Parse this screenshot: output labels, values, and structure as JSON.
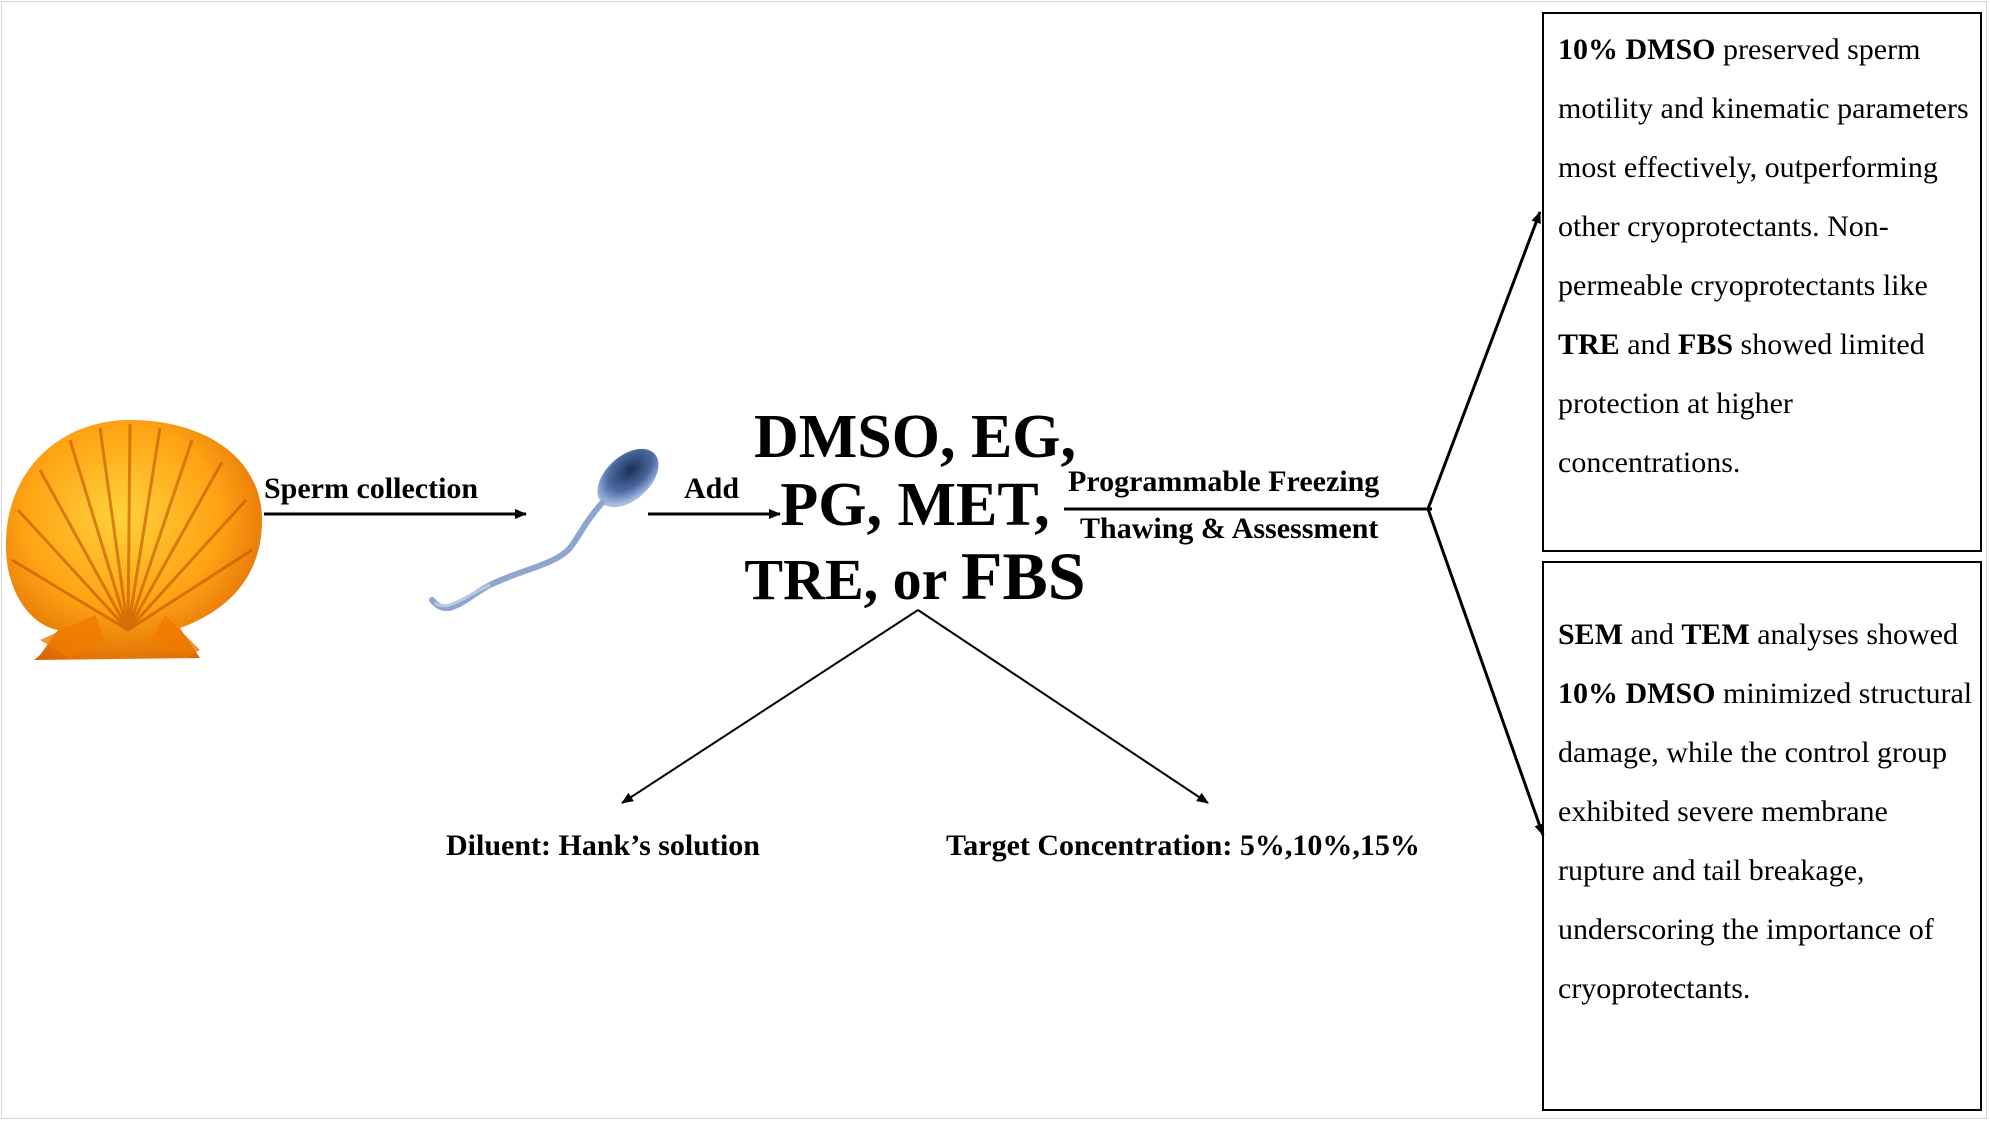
{
  "flow": {
    "step1_label": "Sperm collection",
    "step2_label": "Add",
    "step3_label_top": "Programmable Freezing",
    "step3_label_bottom": "Thawing & Assessment"
  },
  "cryoprotectants": {
    "line1": "DMSO, EG,",
    "line2": "PG, MET,",
    "line3_prefix": "TRE, or ",
    "line3_last": "FBS"
  },
  "branches": {
    "diluent": "Diluent: Hank’s solution",
    "concentration": "Target Concentration: 5%,10%,15%"
  },
  "results": {
    "top": [
      {
        "text": "10% DMSO",
        "bold": true
      },
      {
        "text": " preserved sperm motility and kinematic parameters most effectively, outperforming other cryoprotectants. Non-permeable cryoprotectants like ",
        "bold": false
      },
      {
        "text": "TRE",
        "bold": true
      },
      {
        "text": " and ",
        "bold": false
      },
      {
        "text": "FBS",
        "bold": true
      },
      {
        "text": " showed limited protection at higher concentrations.",
        "bold": false
      }
    ],
    "bottom": [
      {
        "text": "SEM",
        "bold": true
      },
      {
        "text": " and ",
        "bold": false
      },
      {
        "text": "TEM",
        "bold": true
      },
      {
        "text": " analyses showed ",
        "bold": false
      },
      {
        "text": "10% DMSO",
        "bold": true
      },
      {
        "text": " minimized structural damage, while the control group exhibited severe membrane rupture and tail breakage, underscoring the importance of cryoprotectants.",
        "bold": false
      }
    ]
  },
  "icons": {
    "scallop": "scallop-shell-icon",
    "sperm": "sperm-cell-icon"
  },
  "colors": {
    "shell_light": "#ffb21f",
    "shell_dark": "#e86e00",
    "sperm_head": "#3a5b8f",
    "sperm_tail": "#9fb4d8",
    "stroke": "#000000"
  }
}
